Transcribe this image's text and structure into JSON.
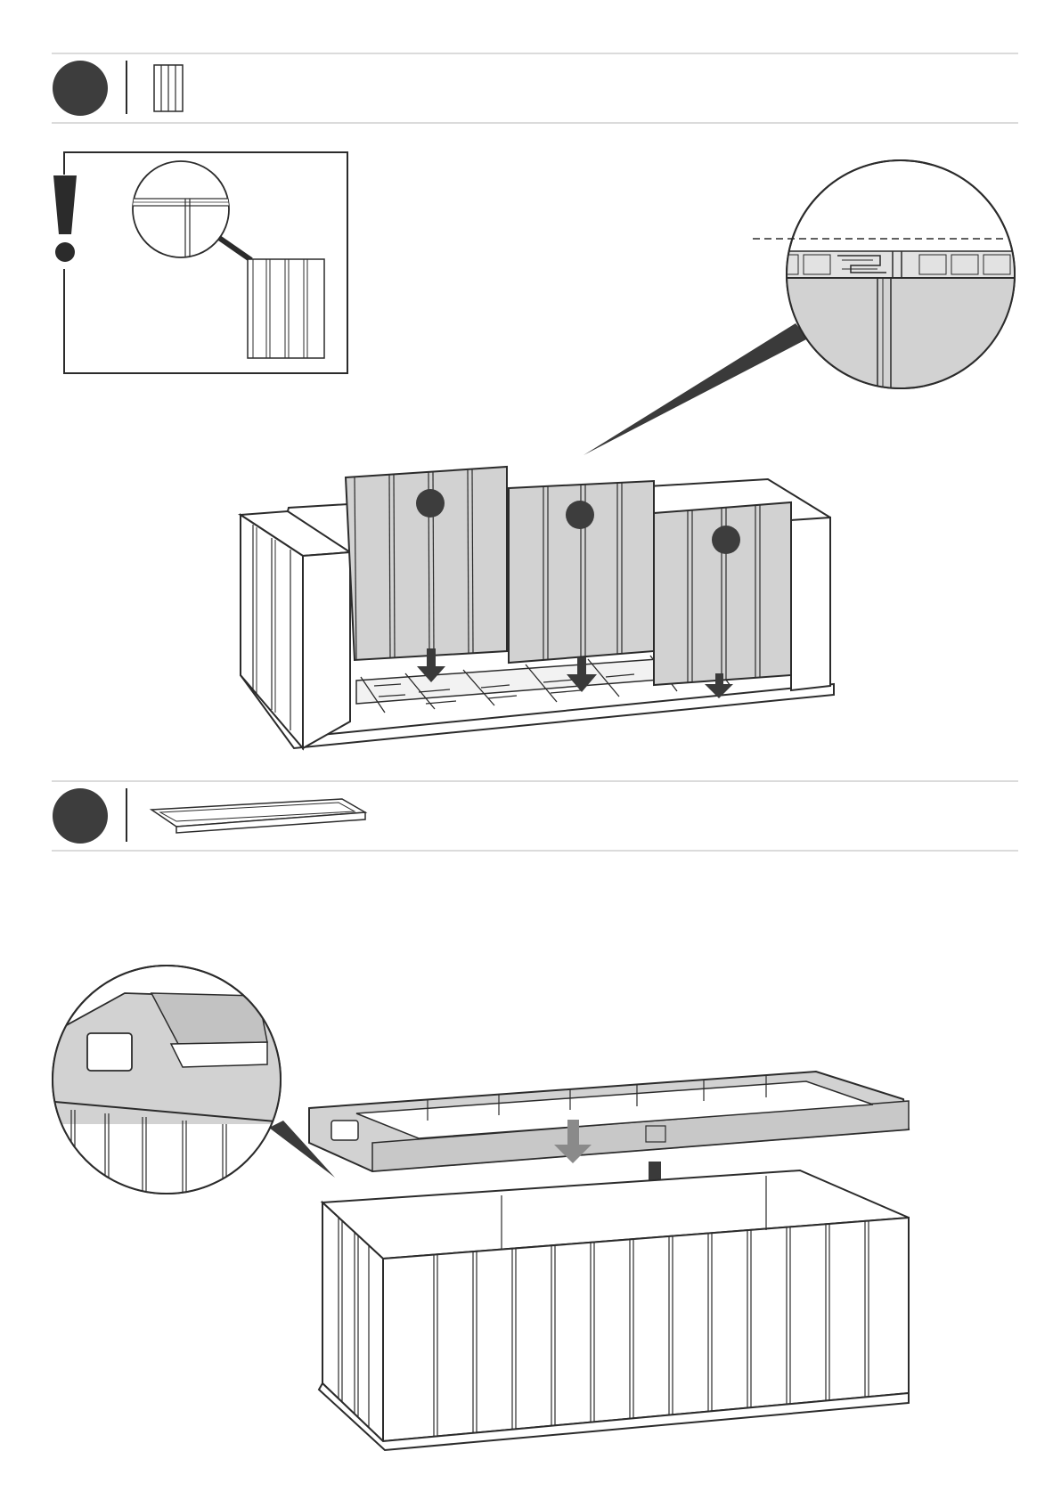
{
  "steps": [
    {
      "number": "",
      "part_icon": "panel-strip-icon"
    },
    {
      "number": "",
      "part_icon": "base-frame-icon"
    }
  ],
  "step1": {
    "warning_icon": "exclamation-icon",
    "panel_markers": [
      "",
      "",
      ""
    ],
    "detail_views": [
      "panel-joint-detail",
      "panel-top-edge-detail"
    ]
  },
  "step2": {
    "detail_views": [
      "frame-corner-handle-detail"
    ]
  },
  "colors": {
    "ink": "#2b2b2b",
    "badge": "#3d3d3d",
    "panel_fill": "#d2d2d2",
    "arrow": "#3a3a3a",
    "arrow_light": "#8a8a8a",
    "rule": "#cfcfcf"
  }
}
